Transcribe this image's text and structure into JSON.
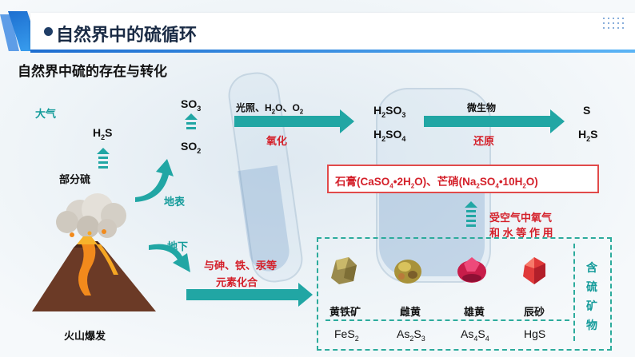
{
  "header": {
    "title": "自然界中的硫循环"
  },
  "subtitle": "自然界中硫的存在与转化",
  "diagram": {
    "atmosphere_label": "大气",
    "surface_label": "地表",
    "underground_label": "地下",
    "partial_sulfur_label": "部分硫",
    "volcano_label": "火山爆发",
    "h2s": {
      "base": "H",
      "sub": "2",
      "tail": "S"
    },
    "so3": {
      "base": "SO",
      "sub": "3"
    },
    "so2": {
      "base": "SO",
      "sub": "2"
    },
    "reaction1": {
      "condition_top": "光照、H",
      "condition_sub1": "2",
      "condition_mid": "O、O",
      "condition_sub2": "2",
      "condition_bottom": "氧化"
    },
    "products1": {
      "h2so3": {
        "a": "H",
        "s1": "2",
        "b": "SO",
        "s2": "3"
      },
      "h2so4": {
        "a": "H",
        "s1": "2",
        "b": "SO",
        "s2": "4"
      }
    },
    "reaction2": {
      "condition_top": "微生物",
      "condition_bottom": "还原"
    },
    "products2": {
      "s": "S",
      "h2s": {
        "a": "H",
        "s1": "2",
        "b": "S"
      }
    },
    "gypsum_box": {
      "part1": "石膏(CaSO",
      "sub1": "4",
      "part2": "•2H",
      "sub2": "2",
      "part3": "O)、芒硝(Na",
      "sub3": "2",
      "part4": "SO",
      "sub4": "4",
      "part5": "•10H",
      "sub5": "2",
      "part6": "O)"
    },
    "oxygen_water_line1": "受空气中氧气",
    "oxygen_water_line2": "和 水 等 作 用",
    "arsenic_line1": "与砷、铁、汞等",
    "arsenic_line2": "元素化合",
    "side_label": [
      "含",
      "硫",
      "矿",
      "物"
    ],
    "minerals": [
      {
        "name": "黄铁矿",
        "formula_a": "FeS",
        "s1": "2",
        "formula_b": "",
        "s2": ""
      },
      {
        "name": "雌黄",
        "formula_a": "As",
        "s1": "2",
        "formula_b": "S",
        "s2": "3"
      },
      {
        "name": "雄黄",
        "formula_a": "As",
        "s1": "4",
        "formula_b": "S",
        "s2": "4"
      },
      {
        "name": "辰砂",
        "formula_a": "HgS",
        "s1": "",
        "formula_b": "",
        "s2": ""
      }
    ]
  },
  "colors": {
    "accent_teal": "#21a6a4",
    "red": "#d4202a",
    "header_blue": "#1e6ed0"
  }
}
